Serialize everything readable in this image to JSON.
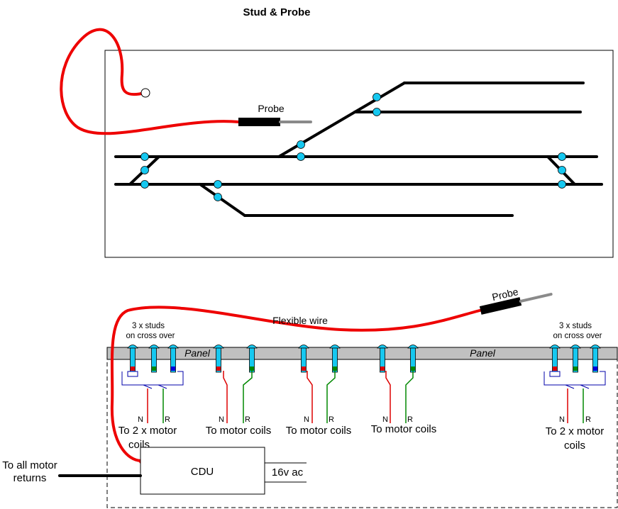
{
  "title": "Stud & Probe",
  "top_panel": {
    "probe_label": "Probe"
  },
  "bottom_panel": {
    "probe_label": "Probe",
    "flexible_wire_label": "Flexible wire",
    "panel_label_left": "Panel",
    "panel_label_right": "Panel",
    "studs_left_line1": "3 x studs",
    "studs_left_line2": "on cross over",
    "studs_right_line1": "3 x studs",
    "studs_right_line2": "on cross over",
    "n_label": "N",
    "r_label": "R",
    "coils_left_line1": "To 2 x motor",
    "coils_left_line2": "coils",
    "coils_mid1": "To motor coils",
    "coils_mid2": "To motor coils",
    "coils_mid3": "To motor coils",
    "coils_right_line1": "To 2 x motor",
    "coils_right_line2": "coils",
    "cdu_label": "CDU",
    "ac_label": "16v ac",
    "returns_line1": "To all motor",
    "returns_line2": "returns"
  },
  "colors": {
    "wire_red": "#ee0000",
    "stud_cyan": "#16c8f0",
    "track_black": "#000000",
    "panel_grey": "#c0c0c0",
    "probe_tip_grey": "#8a8a8a",
    "n_wire": "#dd0000",
    "r_wire": "#008800",
    "diode_blue": "#0000aa"
  }
}
